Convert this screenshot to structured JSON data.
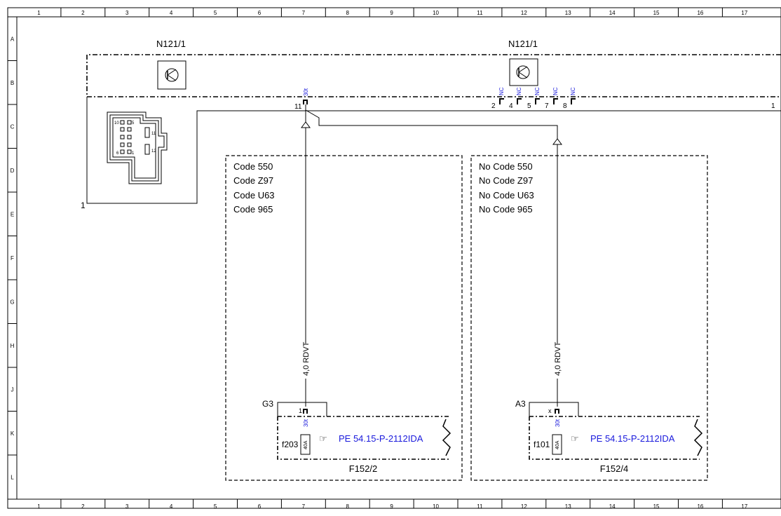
{
  "grid": {
    "columns": [
      "1",
      "2",
      "3",
      "4",
      "5",
      "6",
      "7",
      "8",
      "9",
      "10",
      "11",
      "12",
      "13",
      "14",
      "15",
      "16",
      "17"
    ],
    "rows": [
      "A",
      "B",
      "C",
      "D",
      "E",
      "F",
      "G",
      "H",
      "J",
      "K",
      "L"
    ]
  },
  "modules": {
    "left_label": "N121/1",
    "right_label": "N121/1"
  },
  "connector": {
    "pin_labels": [
      "10",
      "5",
      "6",
      "1",
      "11",
      "12"
    ],
    "ref": "1"
  },
  "pins": {
    "main_pin": "11",
    "main_signal": "30t",
    "nc_pins": [
      {
        "num": "2",
        "tag": "NC"
      },
      {
        "num": "4",
        "tag": "NC"
      },
      {
        "num": "5",
        "tag": "NC"
      },
      {
        "num": "7",
        "tag": "NC"
      },
      {
        "num": "8",
        "tag": "NC"
      }
    ],
    "edge_pin": "1"
  },
  "variant_left": {
    "codes": [
      "Code 550",
      "Code Z97",
      "Code U63",
      "Code 965"
    ],
    "wire": "4,0 RDVT",
    "socket": "G3",
    "pin": "1",
    "signal": "30t",
    "fuse": "f203",
    "fuse_rating": "40A",
    "reference": "PE 54.15-P-2112IDA",
    "unit": "F152/2"
  },
  "variant_right": {
    "codes": [
      "No Code 550",
      "No Code Z97",
      "No Code U63",
      "No Code 965"
    ],
    "wire": "4,0 RDVT",
    "socket": "A3",
    "pin": "x",
    "signal": "30t",
    "fuse": "f101",
    "fuse_rating": "40A",
    "reference": "PE 54.15-P-2112IDA",
    "unit": "F152/4"
  },
  "colors": {
    "line": "#000000",
    "link": "#1a1adc"
  }
}
